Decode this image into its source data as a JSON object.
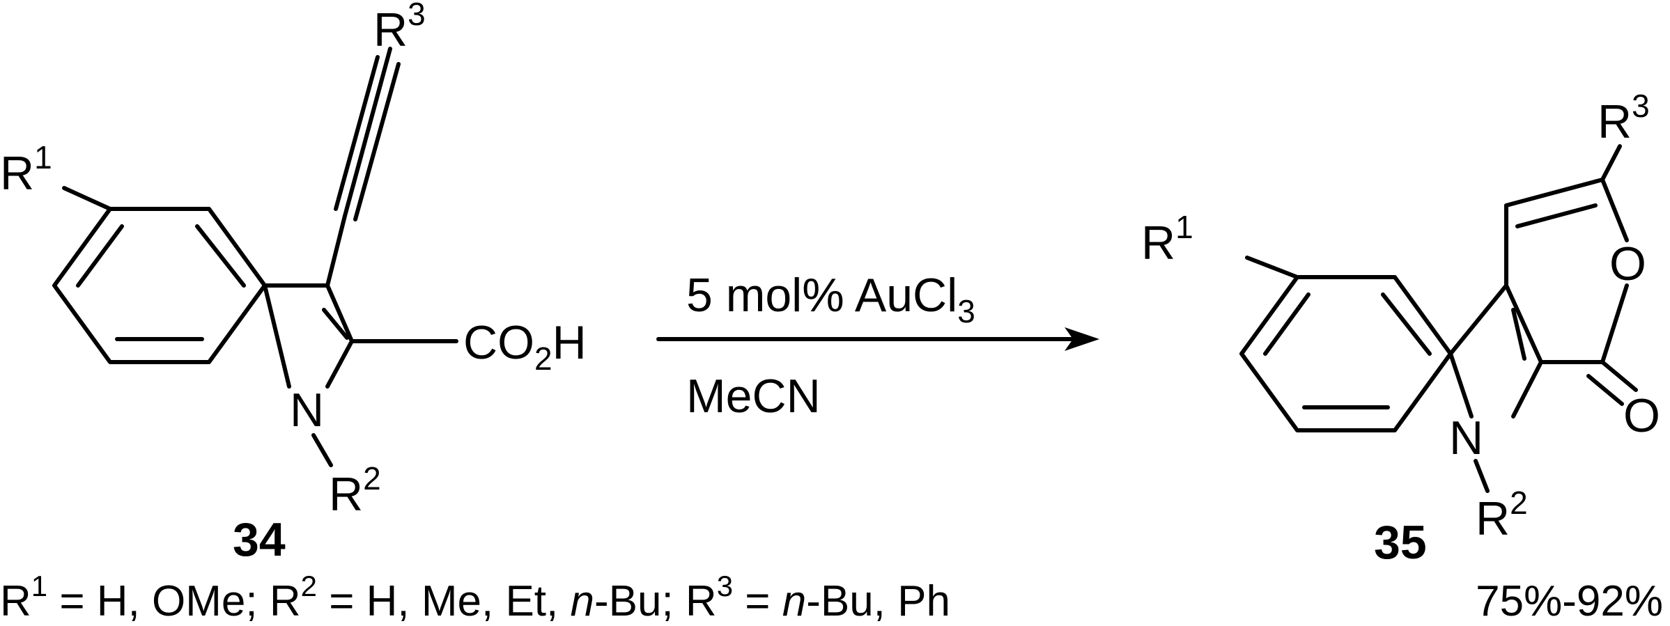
{
  "reactant": {
    "number": "34",
    "r1": {
      "base": "R",
      "sup": "1"
    },
    "r2": {
      "base": "R",
      "sup": "2"
    },
    "r3": {
      "base": "R",
      "sup": "3"
    },
    "acid": {
      "co": "CO",
      "sub": "2",
      "h": "H"
    },
    "n": "N"
  },
  "conditions": {
    "reagent_prefix": "5 mol% AuCl",
    "reagent_sub": "3",
    "solvent": "MeCN"
  },
  "product": {
    "number": "35",
    "r1": {
      "base": "R",
      "sup": "1"
    },
    "r2": {
      "base": "R",
      "sup": "2"
    },
    "r3": {
      "base": "R",
      "sup": "3"
    },
    "n": "N",
    "o_ring": "O",
    "o_carbonyl": "O"
  },
  "footer": {
    "r1_base": "R",
    "r1_sup": "1",
    "r1_values": " = H, OMe; ",
    "r2_base": "R",
    "r2_sup": "2",
    "r2_values_a": " = H, Me, Et, ",
    "r2_nbu_n": "n",
    "r2_nbu_rest": "-Bu; ",
    "r3_base": "R",
    "r3_sup": "3",
    "r3_values_a": " = ",
    "r3_nbu_n": "n",
    "r3_nbu_rest": "-Bu, Ph",
    "yield": "75%-92%"
  }
}
